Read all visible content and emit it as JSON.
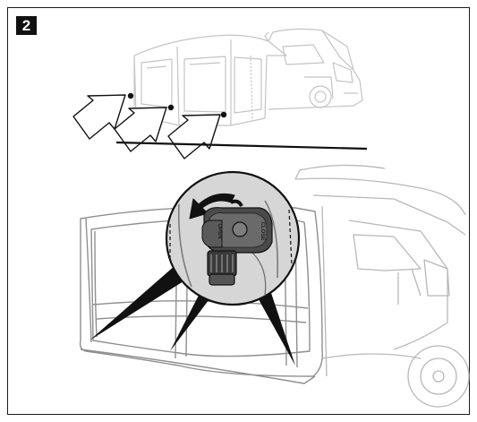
{
  "step": {
    "number": "2"
  },
  "dial": {
    "open_label": "OPEN",
    "close_label": "CLOSE"
  },
  "colors": {
    "line_light": "#c4c4c4",
    "line_mid": "#8f8f8f",
    "ink": "#111111",
    "knob": "#3a3a3a",
    "zoom_bg": "#d6d6d6"
  },
  "icons": [
    "arrow-right-icon",
    "rotate-counterclockwise-icon",
    "valve-knob-icon"
  ]
}
